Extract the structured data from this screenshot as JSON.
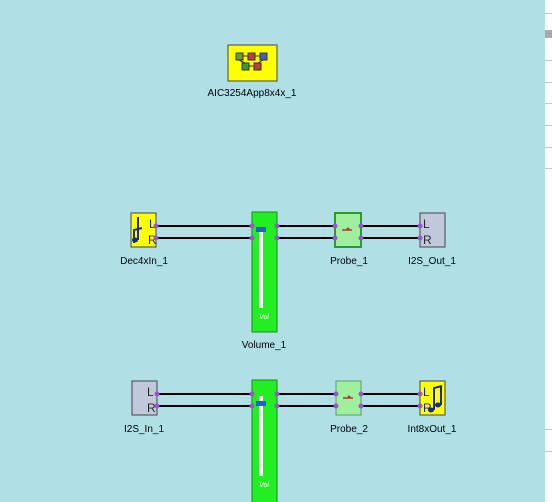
{
  "app_block": {
    "label": "AIC3254App8x4x_1"
  },
  "chain1": {
    "source_label": "Dec4xIn_1",
    "volume_label": "Volume_1",
    "volume_text": "Vol",
    "probe_label": "Probe_1",
    "sink_label": "I2S_Out_1"
  },
  "chain2": {
    "source_label": "I2S_In_1",
    "volume_label": "",
    "volume_text": "Vol",
    "probe_label": "Probe_2",
    "sink_label": "Int8xOut_1"
  },
  "channel_letters": {
    "left": "L",
    "right": "R"
  },
  "colors": {
    "canvas": "#b0e0e6",
    "volume_green": "#22ee22",
    "probe_green": "#9ef09e",
    "codec_yellow": "#ffff00",
    "i2s_gray": "#c0c8dc",
    "port_purple": "#a050d0",
    "wire": "#000000"
  }
}
